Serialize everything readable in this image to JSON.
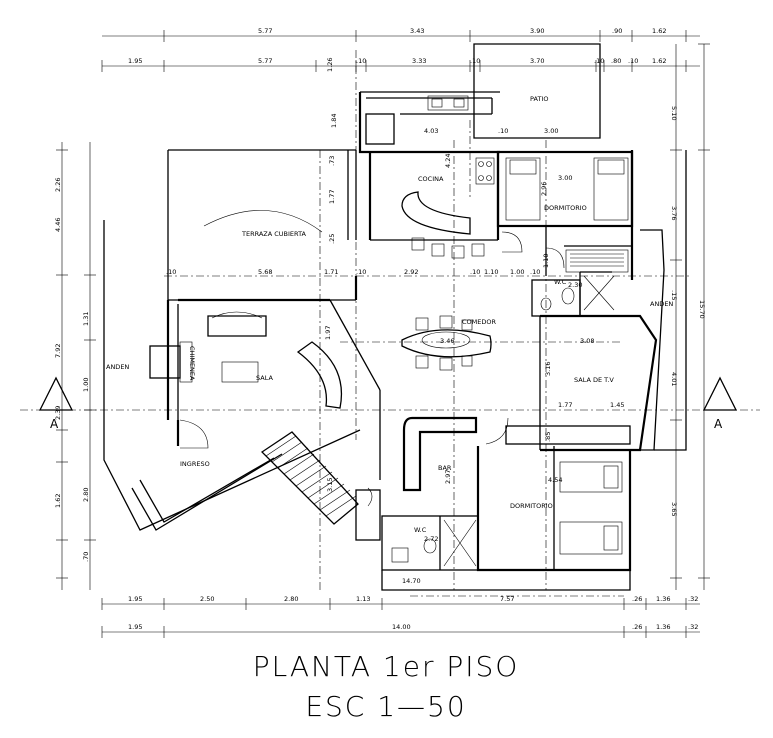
{
  "title": "PLANTA 1er PISO",
  "scale": "ESC 1—50",
  "section_marker": "A",
  "rooms": {
    "patio": "PATIO",
    "cocina": "COCINA",
    "terraza": "TERRAZA CUBIERTA",
    "dormitorio_upper": "DORMITORIO",
    "comedor": "COMEDOR",
    "chimenea": "CHIMENEA",
    "sala": "SALA",
    "anden_left": "ANDEN",
    "anden_right": "ANDEN",
    "sala_tv": "SALA DE T.V",
    "ingreso": "INGRESO",
    "bar": "BAR",
    "dormitorio_lower": "DORMITORIO",
    "wc_upper": "W.C",
    "wc_lower": "W.C"
  },
  "dims": {
    "top1": [
      "5.77",
      "3.43",
      "3.90",
      ".90",
      "1.62"
    ],
    "top2": [
      "1.95",
      "5.77",
      "1.26",
      ".10",
      "3.33",
      ".10",
      "3.70",
      ".10",
      ".80",
      ".10",
      "1.62"
    ],
    "bottom1": [
      "1.95",
      "2.50",
      "2.80",
      "1.13",
      "7.57",
      ".26",
      "1.36",
      ".32"
    ],
    "bottom2": [
      "1.95",
      "14.00",
      ".26",
      "1.36",
      ".32"
    ],
    "left1": [
      "2.26",
      "4.46",
      "7.92",
      "2.39",
      "1.62",
      ".70"
    ],
    "left2": [
      "1.31",
      "1.00",
      "2.80"
    ],
    "right1": [
      "5.10",
      "3.76",
      "15.70",
      "4.01",
      "3.65"
    ],
    "right2": [
      ".15"
    ],
    "interior": [
      "1.84",
      "4.03",
      ".10",
      "3.00",
      "4.24",
      ".73",
      "1.77",
      ".25",
      ".10",
      "5.68",
      "1.71",
      ".10",
      "2.92",
      ".10",
      "1.10",
      "1.00",
      ".10",
      "1.97",
      "3.00",
      "2.96",
      "2.30",
      "1.10",
      "3.08",
      "3.16",
      "1.77",
      "1.45",
      ".85",
      "2.97",
      "4.54",
      "3.15",
      "2.72",
      "14.70",
      "3.46"
    ]
  }
}
